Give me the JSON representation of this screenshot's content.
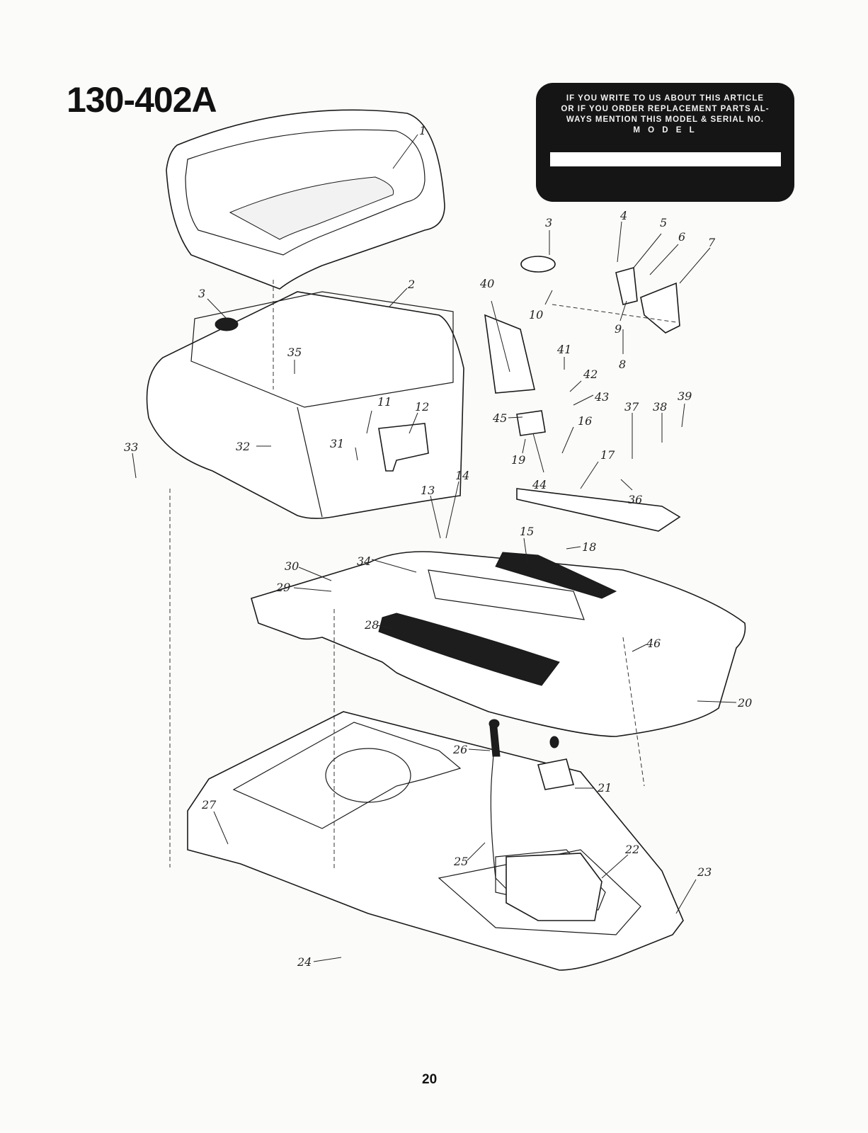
{
  "header": {
    "model_number": "130-402A"
  },
  "notice": {
    "lines": [
      "IF YOU WRITE TO US ABOUT THIS ARTICLE",
      "OR IF YOU ORDER REPLACEMENT PARTS AL-",
      "WAYS MENTION THIS MODEL & SERIAL NO."
    ],
    "model_label": "M O D E L",
    "model_value": ""
  },
  "callouts": [
    "1",
    "2",
    "3",
    "3",
    "4",
    "5",
    "6",
    "7",
    "8",
    "9",
    "10",
    "11",
    "12",
    "13",
    "14",
    "15",
    "16",
    "17",
    "18",
    "19",
    "20",
    "21",
    "22",
    "23",
    "24",
    "25",
    "26",
    "27",
    "28",
    "29",
    "30",
    "31",
    "32",
    "33",
    "34",
    "35",
    "36",
    "37",
    "38",
    "39",
    "40",
    "41",
    "42",
    "43",
    "44",
    "45",
    "46"
  ],
  "footer": {
    "page_number": "20"
  }
}
